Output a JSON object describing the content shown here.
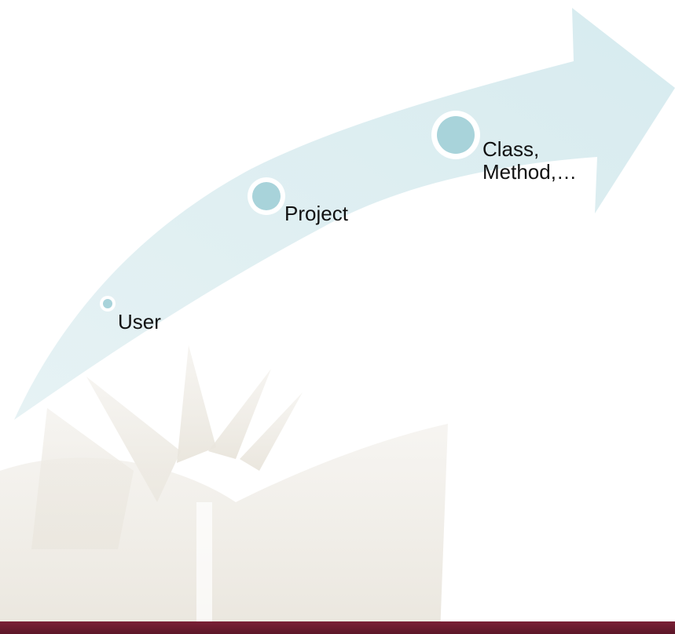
{
  "diagram": {
    "type": "timeline-arrow",
    "nodes": [
      {
        "label": "User",
        "level": 1
      },
      {
        "label": "Project",
        "level": 2
      },
      {
        "label": "Class,\nMethod,…",
        "level": 3
      }
    ]
  },
  "colors": {
    "arrow": "#dcedf0",
    "marker_fill": "#a8d3da",
    "marker_ring": "#ffffff",
    "background_art": "#eeeae2",
    "footer": "#6e1d31"
  }
}
